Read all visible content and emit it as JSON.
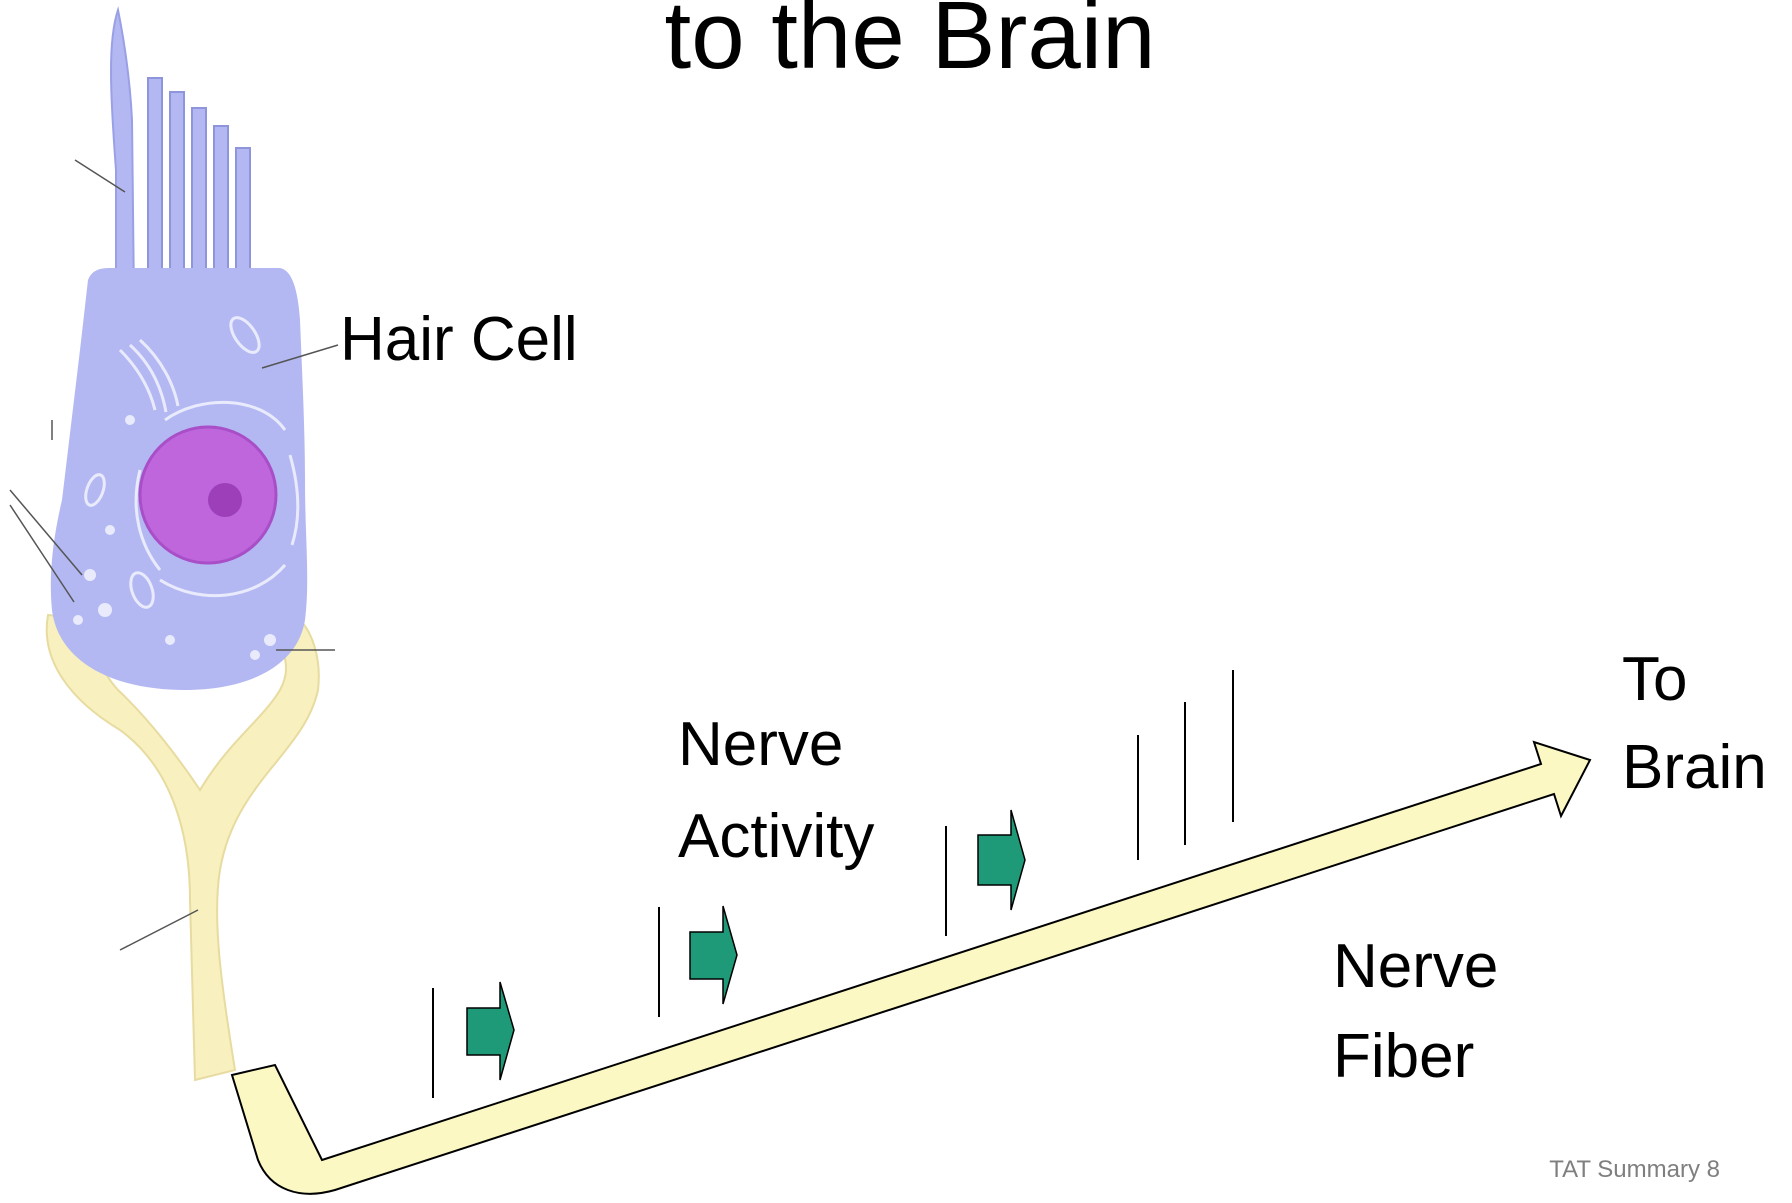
{
  "slide": {
    "title": "to the Brain",
    "labels": {
      "hair_cell": "Hair Cell",
      "nerve_activity": [
        "Nerve",
        "Activity"
      ],
      "to_brain": [
        "To",
        "Brain"
      ],
      "nerve_fiber": [
        "Nerve",
        "Fiber"
      ]
    },
    "footer": "TAT Summary 8"
  },
  "colors": {
    "cell_body": "#b3b8f2",
    "nucleus": "#c066dd",
    "nerve_fiber_fill": "#fbf8c4",
    "nerve_ending_fill": "#f8f0bf",
    "activity_arrow": "#1f9a78",
    "footer_text": "#7f7f7f"
  },
  "icons": [
    "hair-cell-illustration",
    "nerve-fiber-arrow",
    "activity-arrow-icon",
    "spike-line"
  ]
}
